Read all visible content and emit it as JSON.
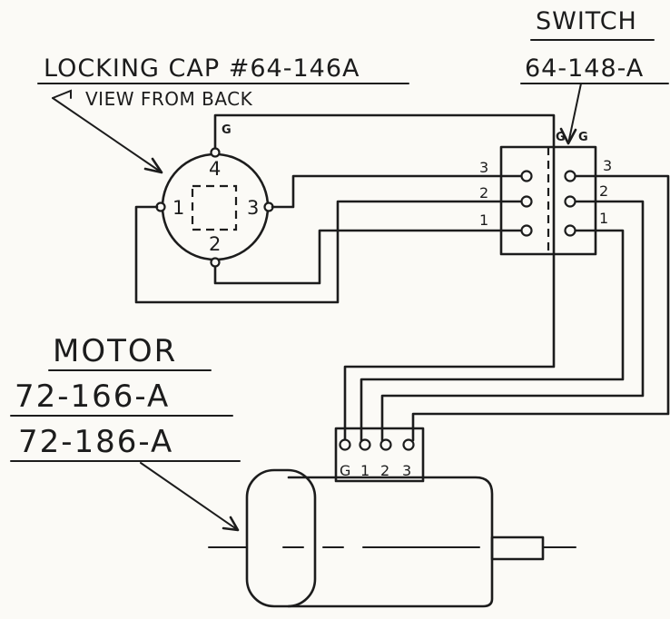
{
  "labels": {
    "locking_cap_title": "LOCKING CAP #64-146A",
    "locking_cap_view": "VIEW FROM BACK",
    "switch_title": "SWITCH",
    "switch_number": "64-148-A",
    "motor_title": "MOTOR",
    "motor_part_1": "72-166-A",
    "motor_part_2": "72-186-A"
  },
  "cap_terminals": {
    "top": "4",
    "left": "1",
    "right": "3",
    "bottom": "2",
    "ground": "G"
  },
  "switch_terminals": {
    "ground_left": "G",
    "left": [
      "3",
      "2",
      "1"
    ],
    "right": [
      "3",
      "2",
      "1"
    ]
  },
  "motor_terminals": [
    "G",
    "1",
    "2",
    "3"
  ]
}
